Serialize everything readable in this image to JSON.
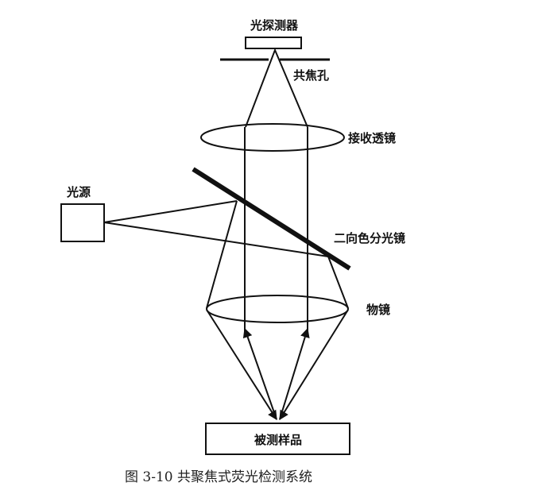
{
  "labels": {
    "detector": "光探测器",
    "pinhole": "共焦孔",
    "receiving_lens": "接收透镜",
    "light_source": "光源",
    "dichroic_mirror": "二向色分光镜",
    "objective": "物镜",
    "sample": "被测样品"
  },
  "caption": "图 3-10 共聚焦式荧光检测系统"
}
